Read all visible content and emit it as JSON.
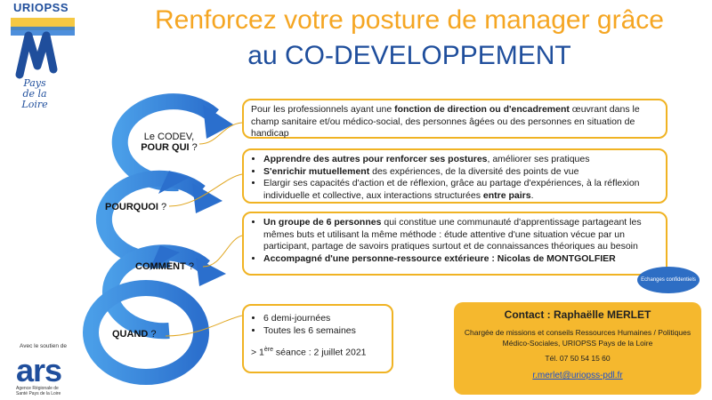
{
  "logo": {
    "name": "URIOPSS",
    "tagline": "Pays de la Loire"
  },
  "title": {
    "line1": "Renforcez votre posture de manager grâce",
    "line2": "au CO-DEVELOPPEMENT"
  },
  "colors": {
    "blue": "#1f4e9c",
    "accent": "#f5a623",
    "box_border": "#f0b323",
    "contact_bg": "#f5b82e"
  },
  "steps": [
    {
      "pre": "Le CODEV,",
      "label": "POUR QUI",
      "suffix": "?"
    },
    {
      "label": "POURQUOI",
      "suffix": "?"
    },
    {
      "label": "COMMENT",
      "suffix": "?"
    },
    {
      "label": "QUAND",
      "suffix": "?"
    }
  ],
  "box1": {
    "t1": "Pour les professionnels ayant une ",
    "b1": "fonction de direction ou d'encadrement",
    "t2": " œuvrant dans le champ sanitaire et/ou médico-social, des personnes âgées ou des personnes en situation de handicap"
  },
  "box2": {
    "i1b": "Apprendre des autres pour renforcer ses postures",
    "i1t": ", améliorer ses pratiques",
    "i2b": "S'enrichir mutuellement",
    "i2t": " des expériences, de la diversité des points de vue",
    "i3t": "Elargir ses capacités d'action et de réflexion, grâce au partage d'expériences, à la réflexion individuelle et collective,  aux interactions structurées ",
    "i3b": "entre pairs",
    "i3e": "."
  },
  "box3": {
    "i1b": "Un groupe de 6 personnes",
    "i1t": " qui constitue une communauté d'apprentissage partageant les mêmes buts et utilisant la même méthode : étude attentive d'une situation vécue par un participant, partage de savoirs pratiques surtout et de connaissances théoriques au besoin",
    "i2b": "Accompagné d'une personne-ressource extérieure : Nicolas de MONTGOLFIER"
  },
  "badge": "Echanges confidentiels",
  "box4": {
    "i1": "6 demi-journées",
    "i2": "Toutes les 6 semaines",
    "first_pre": "> 1",
    "first_sup": "ère",
    "first_post": " séance : 2 juillet 2021"
  },
  "contact": {
    "title": "Contact : Raphaëlle MERLET",
    "role": "Chargée de missions et conseils Ressources Humaines / Politiques Médico-Sociales, URIOPSS Pays de la Loire",
    "tel": "Tél. 07 50 54 15 60",
    "email": "r.merlet@uriopss-pdl.fr"
  },
  "support": {
    "label": "Avec le soutien de",
    "logo": "ars",
    "sub": "Agence Régionale de Santé Pays de la Loire"
  }
}
